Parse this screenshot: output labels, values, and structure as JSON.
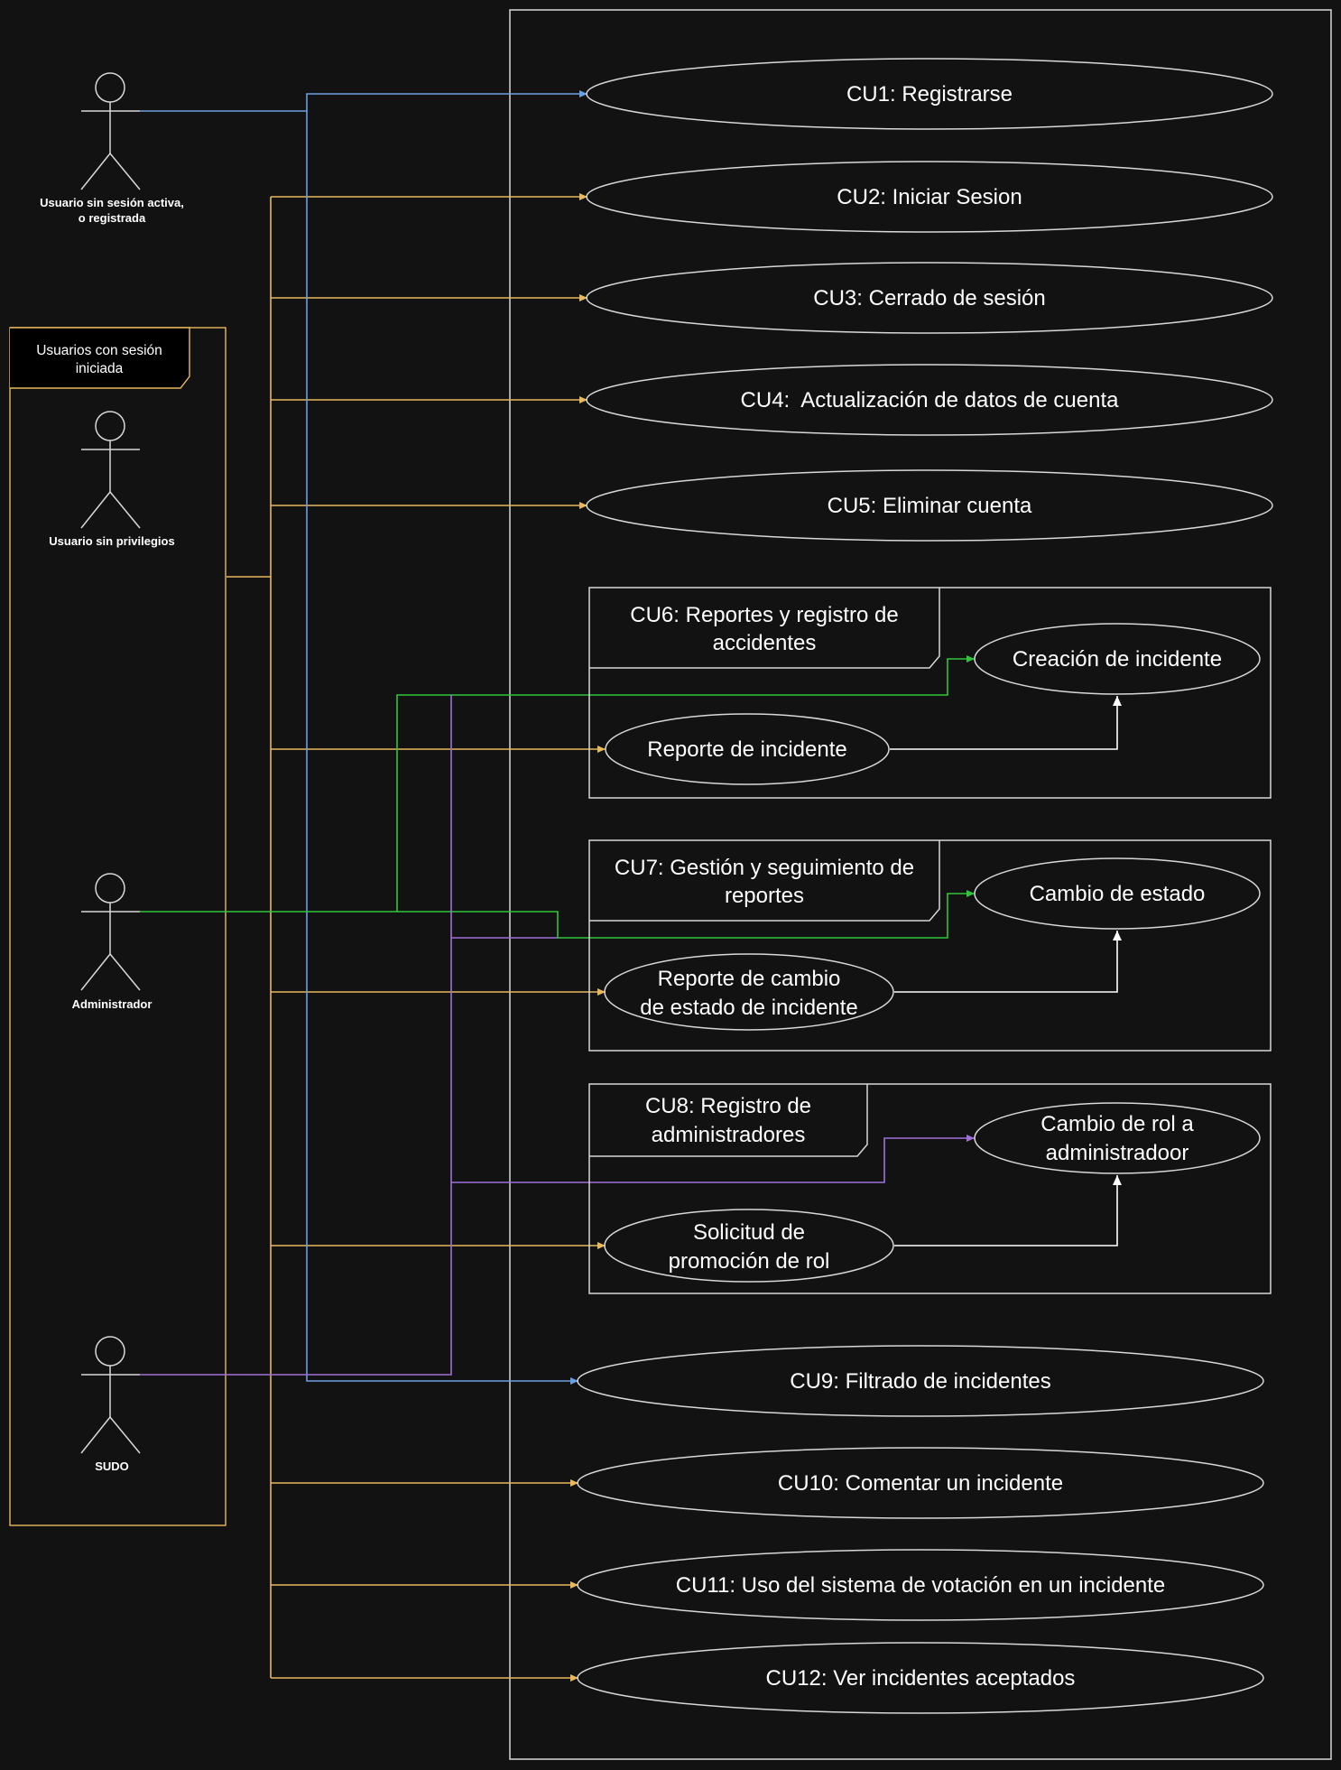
{
  "colors": {
    "background": "#121212",
    "outline": "#d8d8d8",
    "orange": "#e8b85c",
    "blue": "#6a9fe0",
    "green": "#2fc53a",
    "purple": "#a070d8",
    "white": "#ffffff"
  },
  "actors": {
    "guest": {
      "line1": "Usuario sin sesión activa,",
      "line2": "o registrada"
    },
    "no_priv": {
      "label": "Usuario sin privilegios"
    },
    "admin": {
      "label": "Administrador"
    },
    "sudo": {
      "label": "SUDO"
    }
  },
  "group": {
    "line1": "Usuarios con sesión",
    "line2": "iniciada"
  },
  "use_cases": {
    "cu1": "CU1: Registrarse",
    "cu2": "CU2: Iniciar Sesion",
    "cu3": "CU3: Cerrado de sesión",
    "cu4": "CU4:  Actualización de datos de cuenta",
    "cu5": "CU5: Eliminar cuenta",
    "cu9": "CU9: Filtrado de incidentes",
    "cu10": "CU10: Comentar un incidente",
    "cu11": "CU11: Uso del sistema de votación en un incidente",
    "cu12": "CU12: Ver incidentes aceptados"
  },
  "packages": {
    "cu6": {
      "title_line1": "CU6: Reportes y registro de",
      "title_line2": "accidentes",
      "top_case": "Creación de incidente",
      "bottom_case": "Reporte de incidente"
    },
    "cu7": {
      "title_line1": "CU7: Gestión y seguimiento de",
      "title_line2": "reportes",
      "top_case": "Cambio de estado",
      "bottom_case_line1": "Reporte de cambio",
      "bottom_case_line2": "de estado de incidente"
    },
    "cu8": {
      "title_line1": "CU8: Registro de",
      "title_line2": "administradores",
      "top_case_line1": "Cambio de rol a",
      "top_case_line2": "administradoor",
      "bottom_case_line1": "Solicitud de",
      "bottom_case_line2": "promoción de rol"
    }
  }
}
